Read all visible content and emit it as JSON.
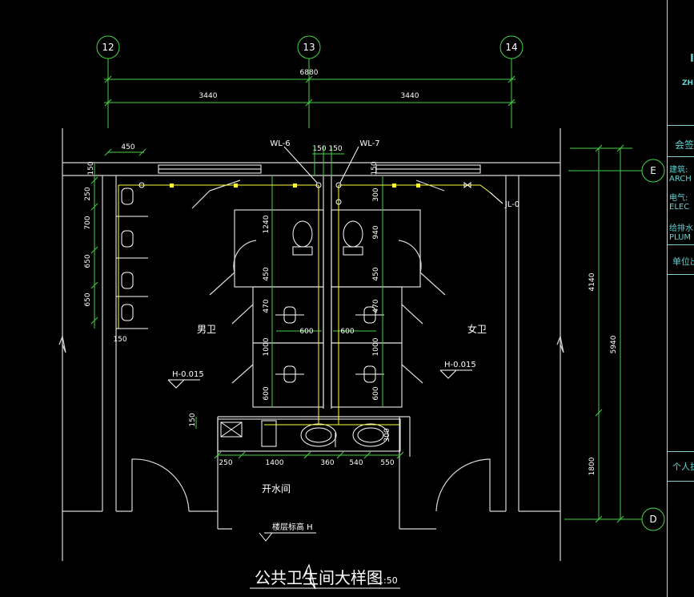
{
  "grid": {
    "columns": [
      "12",
      "13",
      "14"
    ],
    "rows": [
      "E",
      "D"
    ]
  },
  "dimensions": {
    "overall_width": "6880",
    "half_left": "3440",
    "half_right": "3440",
    "top_offset": "450",
    "wall_thickness": "150",
    "pipe_gap_a": "150",
    "pipe_gap_b": "150",
    "urinal_spacings": [
      "250",
      "700",
      "650",
      "650"
    ],
    "bottom_left_150": "150",
    "stall_depths_left": [
      "1240",
      "450",
      "470",
      "1000",
      "600"
    ],
    "stall_depths_right": [
      "300",
      "940",
      "450",
      "470",
      "1000",
      "600"
    ],
    "stall_widths": [
      "600",
      "600"
    ],
    "vanity_segments": [
      "250",
      "1400",
      "360",
      "540",
      "550"
    ],
    "vanity_side": "150",
    "vanity_depth": "300",
    "right_overall": "5940",
    "right_upper": "4140",
    "right_lower": "1800",
    "right_top_150": "150"
  },
  "labels": {
    "pipe_wl6": "WL-6",
    "pipe_wl7": "WL-7",
    "pipe_jl0": "JL-0",
    "room_men": "男卫",
    "room_women": "女卫",
    "level_left": "H-0.015",
    "level_right": "H-0.015",
    "room_water": "开水间",
    "floor_level": "楼层标高 H",
    "title": "公共卫生间大样图",
    "scale": "1:50"
  },
  "title_block": {
    "brand_mark": "I",
    "brand_abbr": "ZH",
    "countersign": "会签",
    "arch_cn": "建筑:",
    "arch_en": "ARCH",
    "elec_cn": "电气:",
    "elec_en": "ELEC",
    "plumb_cn": "给排水:",
    "plumb_en": "PLUM",
    "unit": "单位出",
    "personal": "个人执"
  },
  "colors": {
    "background": "#000000",
    "walls": "#d8d8d8",
    "dimension": "#46d246",
    "pipes": "#ffff33",
    "fixtures": "#ffffff",
    "title_text": "#ffffff"
  }
}
